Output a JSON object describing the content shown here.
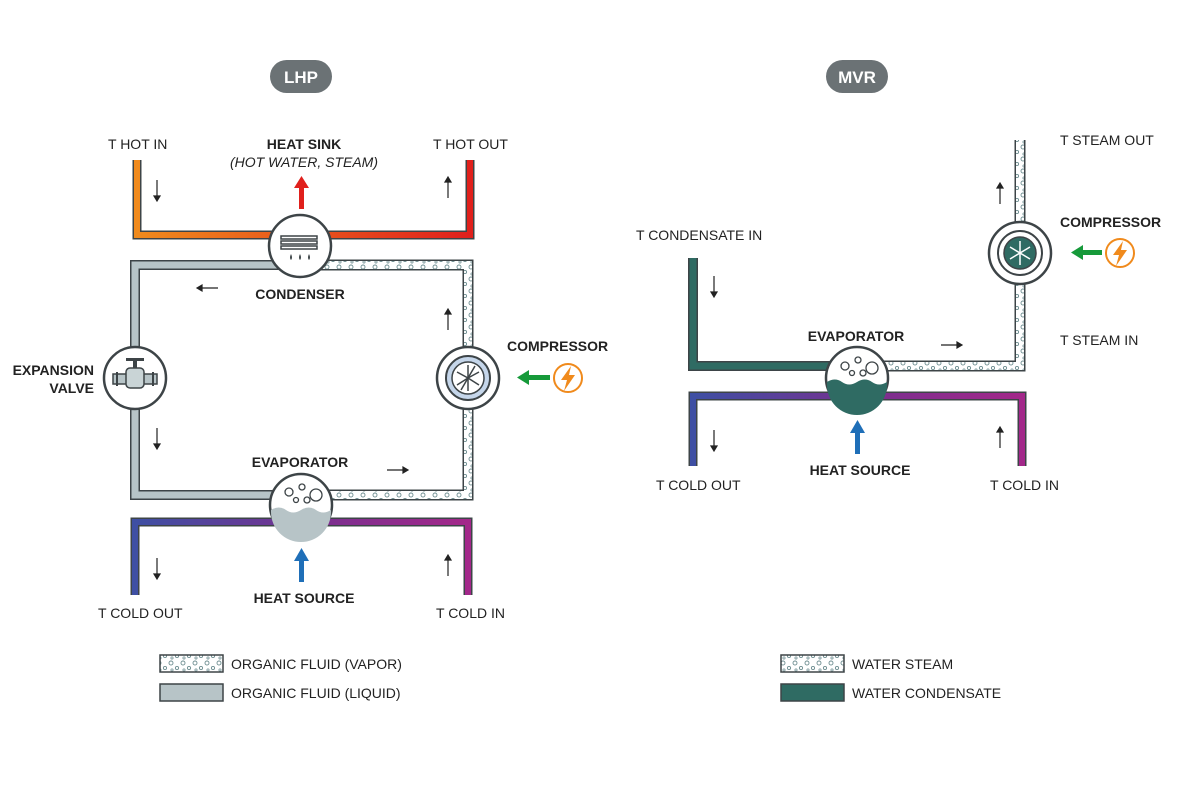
{
  "lhp": {
    "badge": "LHP",
    "heat_sink": "HEAT SINK",
    "heat_sink_sub": "(HOT WATER, STEAM)",
    "t_hot_in": "T HOT IN",
    "t_hot_out": "T HOT OUT",
    "condenser": "CONDENSER",
    "expansion_valve_1": "EXPANSION",
    "expansion_valve_2": "VALVE",
    "compressor": "COMPRESSOR",
    "evaporator": "EVAPORATOR",
    "heat_source": "HEAT SOURCE",
    "t_cold_out": "T COLD OUT",
    "t_cold_in": "T COLD IN",
    "legend": [
      {
        "label": "ORGANIC FLUID (VAPOR)",
        "kind": "vapor"
      },
      {
        "label": "ORGANIC FLUID (LIQUID)",
        "kind": "liquid"
      }
    ]
  },
  "mvr": {
    "badge": "MVR",
    "t_steam_out": "T STEAM OUT",
    "compressor": "COMPRESSOR",
    "t_condensate_in": "T CONDENSATE IN",
    "evaporator": "EVAPORATOR",
    "t_steam_in": "T STEAM IN",
    "heat_source": "HEAT SOURCE",
    "t_cold_out": "T COLD OUT",
    "t_cold_in": "T COLD IN",
    "legend": [
      {
        "label": "WATER STEAM",
        "kind": "steam"
      },
      {
        "label": "WATER CONDENSATE",
        "kind": "condensate"
      }
    ]
  },
  "colors": {
    "badge": "#6b7275",
    "liquid": "#b7c4c7",
    "pipe_outline": "#3d4447",
    "condensate": "#2f6b63",
    "hot": "#e0201c",
    "warm": "#f08a1c",
    "cold": "#3e4fa3",
    "purple": "#7a2f8f",
    "arrow_green": "#169a3a",
    "arrow_blue": "#1f6fb8",
    "bolt": "#f08a1c"
  }
}
